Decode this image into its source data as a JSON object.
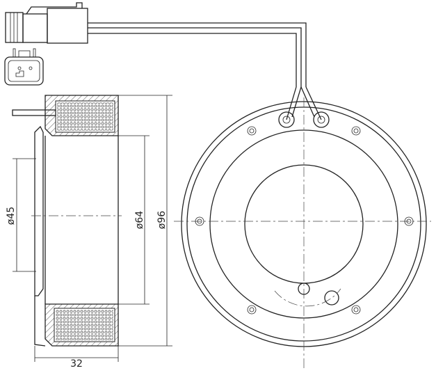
{
  "drawing": {
    "dimensions": [
      {
        "id": "bore",
        "label": "ø45"
      },
      {
        "id": "inner",
        "label": "ø64"
      },
      {
        "id": "outer",
        "label": "ø96"
      },
      {
        "id": "width",
        "label": "32"
      }
    ]
  }
}
